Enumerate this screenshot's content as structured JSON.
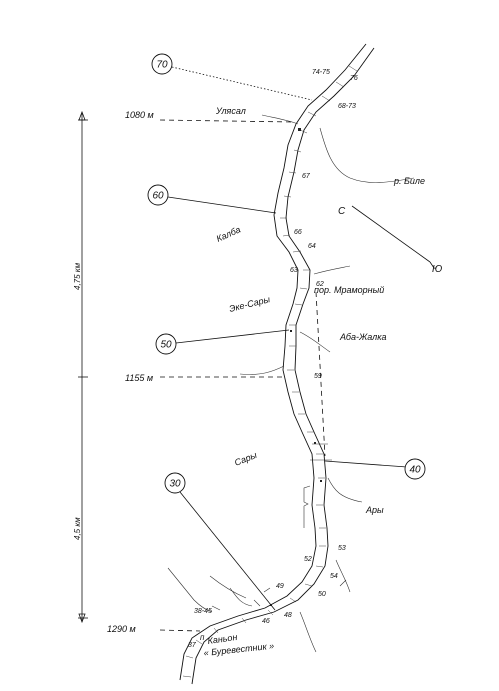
{
  "markers": [
    {
      "label": "70"
    },
    {
      "label": "60"
    },
    {
      "label": "50"
    },
    {
      "label": "40"
    },
    {
      "label": "30"
    }
  ],
  "elevations": {
    "top": "1080 м",
    "middle": "1155 м",
    "bottom": "1290 м"
  },
  "section_lengths": {
    "upper": "4,75 км",
    "lower": "4,5 км"
  },
  "places": {
    "ulyasal": "Улясал",
    "r_bile": "р. Биле",
    "kalba": "Калба",
    "por_mramorny": "пор. Мраморный",
    "eke_sary": "Эке-Сары",
    "aba_zhalka": "Аба-Жалка",
    "sary": "Сары",
    "ary": "Ары",
    "kanyon": "Каньон",
    "burevestnik": "« Буревестник »",
    "p_label": "п"
  },
  "km_marks": {
    "k7475": "74-75",
    "k76": "76",
    "k6873": "68-73",
    "k67": "67",
    "k66": "66",
    "k64": "64",
    "k63": "63",
    "k62": "62",
    "k59": "59",
    "k53": "53",
    "k52": "52",
    "k54": "54",
    "k50": "50",
    "k49": "49",
    "k48": "48",
    "k46": "46",
    "k3845": "38-45",
    "k37": "37"
  },
  "compass": {
    "north": "С",
    "south": "Ю"
  }
}
